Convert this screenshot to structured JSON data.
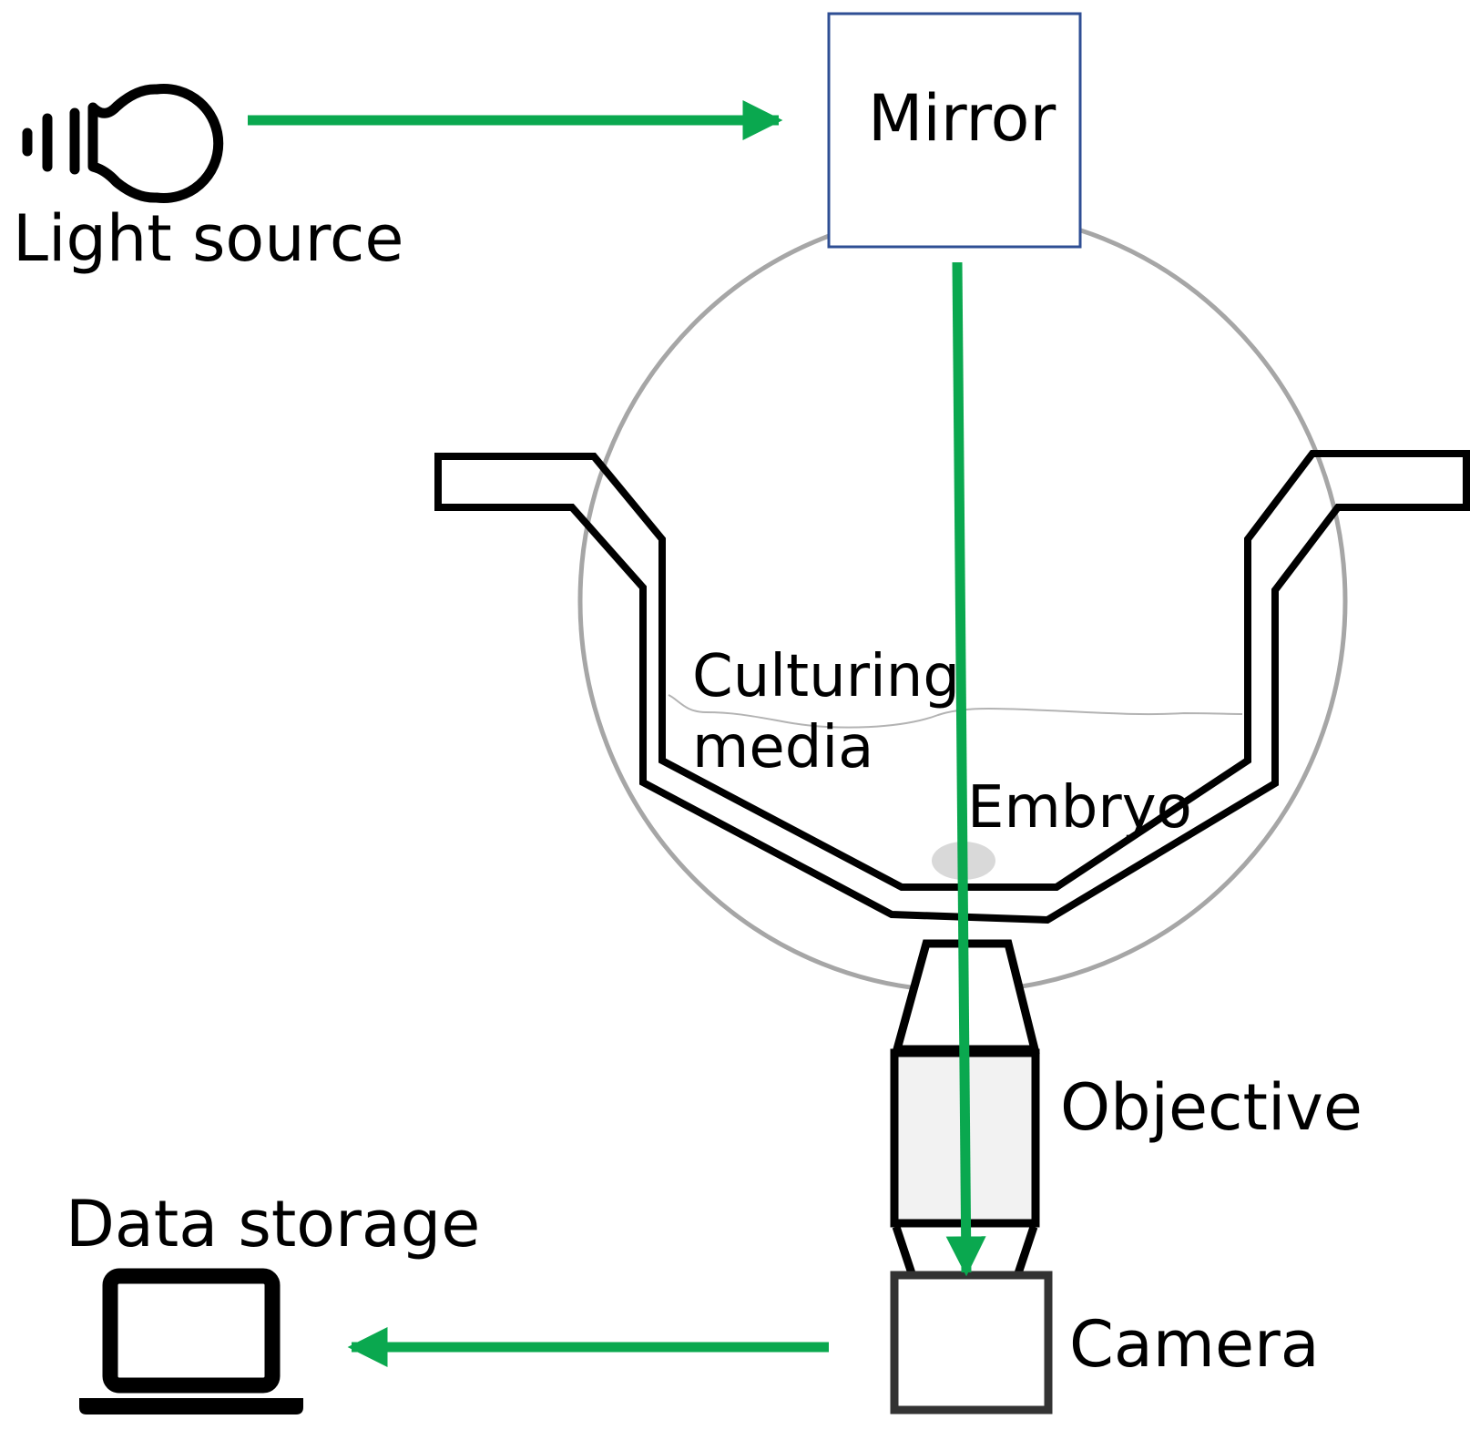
{
  "labels": {
    "light_source": "Light source",
    "mirror": "Mirror",
    "culturing_media_line1": "Culturing",
    "culturing_media_line2": "media",
    "embryo": "Embryo",
    "objective": "Objective",
    "data_storage": "Data storage",
    "camera": "Camera"
  },
  "colors": {
    "light_path": "#0aa84f",
    "mirror_border": "#2f4f94",
    "sphere": "#a6a6a6",
    "outline": "#000000",
    "camera_border": "#333333",
    "objective_fill": "#f2f2f2",
    "embryo_fill": "#d9d9d9",
    "media_line": "#b3b3b3"
  },
  "icons": {
    "light_source": "light-bulb-icon",
    "data_storage": "laptop-icon"
  }
}
